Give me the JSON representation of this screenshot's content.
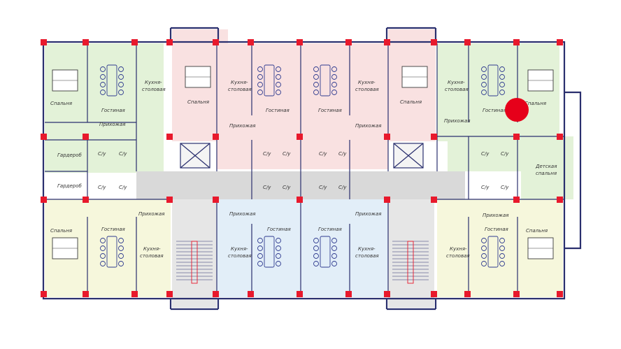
{
  "labels": {
    "bedroom": "Спальня",
    "living": "Гостиная",
    "kitchen_line1": "Кухня-",
    "kitchen_line2": "столовая",
    "hall": "Прихожая",
    "wardrobe": "Гардероб",
    "wc": "С/у",
    "kids_line1": "Детская",
    "kids_line2": "спальня"
  },
  "colors": {
    "green": "#e3f2d8",
    "pink": "#f9e1e1",
    "yellow": "#f6f7dc",
    "blue": "#e2eef8",
    "corridor": "#d9d9d9",
    "wall": "#2a2f6e",
    "column": "#e8192c",
    "marker": "#e6001a"
  },
  "marker": {
    "name": "selected-unit-marker",
    "color": "#e6001a"
  }
}
